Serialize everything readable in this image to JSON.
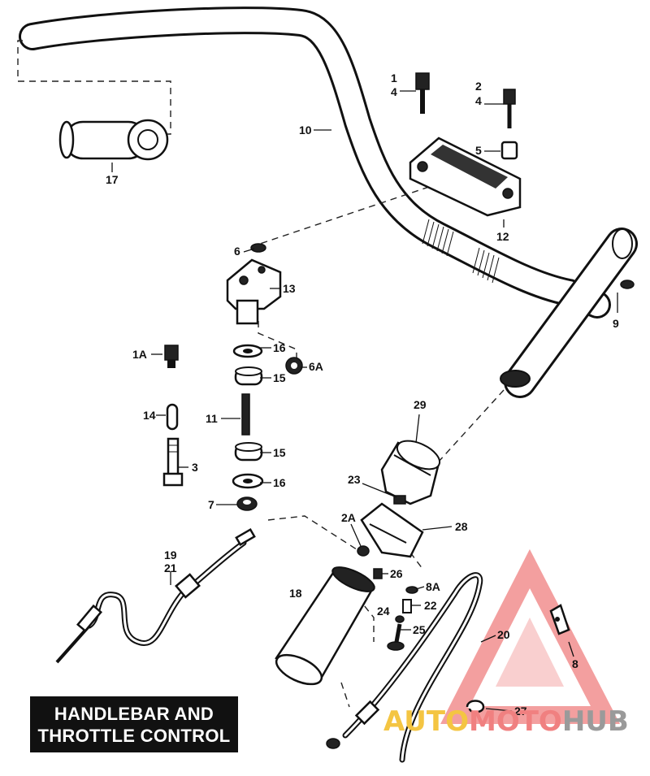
{
  "title": {
    "line1": "HANDLEBAR AND",
    "line2": "THROTTLE CONTROL"
  },
  "watermark": {
    "part1": "AUTO",
    "part2": "MOTO",
    "part3": "HUB",
    "colors": {
      "part1": "#f4c542",
      "part2": "#f08080",
      "part3": "#9a9a9a",
      "logo": "#f08080"
    }
  },
  "callouts": [
    "1",
    "4",
    "2",
    "4",
    "5",
    "10",
    "17",
    "12",
    "6",
    "13",
    "9",
    "1A",
    "16",
    "6A",
    "15",
    "14",
    "11",
    "3",
    "15",
    "16",
    "7",
    "29",
    "23",
    "2A",
    "28",
    "19",
    "21",
    "18",
    "26",
    "8A",
    "22",
    "24",
    "25",
    "20",
    "8",
    "27"
  ]
}
